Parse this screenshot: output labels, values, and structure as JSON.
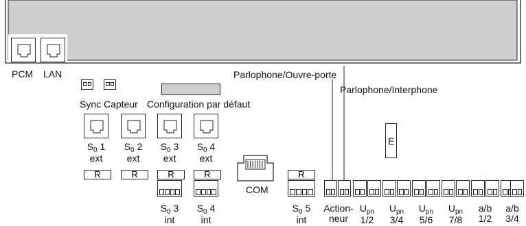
{
  "labels": {
    "pcm": "PCM",
    "lan": "LAN",
    "sync": "Sync",
    "capteur": "Capteur",
    "config": "Configuration par défaut",
    "parlo_ouvre": "Parlophone/Ouvre-porte",
    "parlo_inter": "Parlophone/Interphone",
    "com": "COM",
    "e": "E",
    "r": "R"
  },
  "s0_ext": [
    {
      "base": "S",
      "sub": "0",
      "num": " 1",
      "kind": "ext"
    },
    {
      "base": "S",
      "sub": "0",
      "num": " 2",
      "kind": "ext"
    },
    {
      "base": "S",
      "sub": "0",
      "num": " 3",
      "kind": "ext"
    },
    {
      "base": "S",
      "sub": "0",
      "num": " 4",
      "kind": "ext"
    }
  ],
  "s0_int": [
    {
      "base": "S",
      "sub": "0",
      "num": " 3",
      "kind": "int"
    },
    {
      "base": "S",
      "sub": "0",
      "num": " 4",
      "kind": "int"
    },
    {
      "base": "S",
      "sub": "0",
      "num": " 5",
      "kind": "int"
    }
  ],
  "actionneur": {
    "line1": "Action-",
    "line2": "neur"
  },
  "upn": [
    {
      "base": "U",
      "sub": "pn",
      "pair": "1/2"
    },
    {
      "base": "U",
      "sub": "pn",
      "pair": "3/4"
    },
    {
      "base": "U",
      "sub": "pn",
      "pair": "5/6"
    },
    {
      "base": "U",
      "sub": "pn",
      "pair": "7/8"
    }
  ],
  "ab": [
    {
      "label": "a/b",
      "pair": "1/2"
    },
    {
      "label": "a/b",
      "pair": "3/4"
    }
  ]
}
